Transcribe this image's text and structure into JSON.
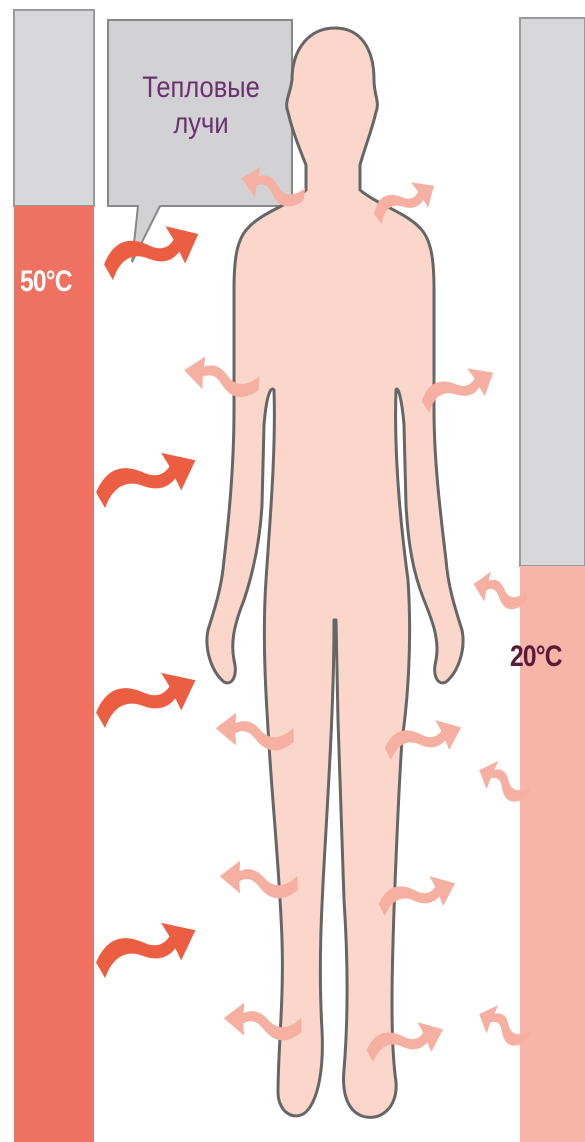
{
  "hot_wall": {
    "temperature_label": "50°C",
    "color": "#ee7161",
    "top_color": "#d8d8da"
  },
  "cold_wall": {
    "temperature_label": "20°C",
    "color": "#f6b5a6",
    "top_color": "#d8d8da"
  },
  "callout": {
    "line1": "Тепловые",
    "line2": "лучи",
    "color": "#d2d2d4",
    "text_color": "#6a3070"
  },
  "body_figure": {
    "fill": "#fbd6cb",
    "outline": "#666666"
  },
  "arrow_colors": {
    "strong": "#ec5e42",
    "soft": "#f5b0a2"
  }
}
